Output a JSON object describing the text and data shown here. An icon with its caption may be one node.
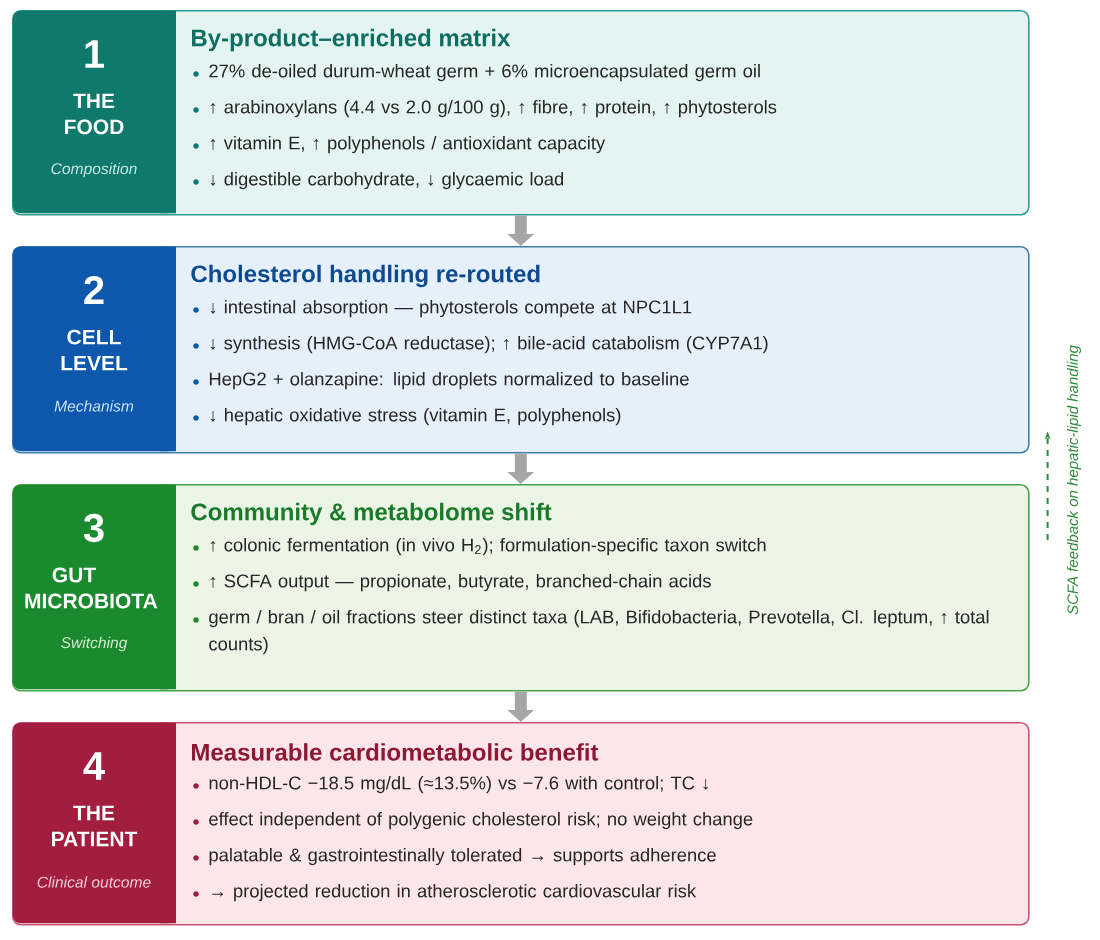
{
  "diagram": {
    "nodes": [
      {
        "text": [
          "1",
          "THE FOOD",
          "Composition",
          "By-product–enriched matrix",
          "27% de-oiled durum-wheat germ + 6% microencapsulated germ oil",
          "↑ arabinoxylans (4.4 vs 2.0 g/100 g), ↑ fibre, ↑ protein, ↑ phytosterols",
          "↑ vitamin E, ↑ polyphenols / antioxidant capacity",
          "↓ digestible carbohydrate, ↓ glycaemic load"
        ]
      },
      {
        "text": [
          "2",
          "CELL LEVEL",
          "Mechanism",
          "Cholesterol handling re-routed",
          "↓ intestinal absorption — phytosterols compete at NPC1L1",
          "↓ synthesis (HMG-CoA reductase); ↑ bile-acid catabolism (CYP7A1)",
          "HepG2 + olanzapine: lipid droplets normalized to baseline",
          "↓ hepatic oxidative stress (vitamin E, polyphenols)"
        ]
      },
      {
        "text": [
          "3",
          "GUT MICROBIOTA",
          "Switching",
          "Community & metabolome shift",
          "↑ colonic fermentation (in vivo H$_{2}$); formulation-specific taxon switch",
          "↑ SCFA output — propionate, butyrate, branched-chain acids",
          "germ / bran / oil fractions steer distinct taxa (LAB, Bifidobacteria, Prevotella, Cl. leptum, ↑ total counts)"
        ]
      },
      {
        "text": [
          "4",
          "THE PATIENT",
          "Clinical outcome",
          "Measurable cardiometabolic benefit",
          "non-HDL-C −18.5 mg/dL (≈13.5%) vs −7.6 with control; TC ↓",
          "effect independent of polygenic cholesterol risk; no weight change",
          "palatable & gastrointestinally tolerated → supports adherence",
          "→ projected reduction in atherosclerotic cardiovascular risk"
        ]
      }
    ],
    "edges": [
      {
        "from": 0,
        "to": 1,
        "arrow": "to"
      },
      {
        "from": 1,
        "to": 2,
        "arrow": "to"
      },
      {
        "from": 2,
        "to": 3,
        "arrow": "to"
      },
      {
        "from": 2,
        "to": 1,
        "arrow": "to",
        "label": "SCFA feedback on hepatic-lipid handling",
        "style": "dashed",
        "color": "#2e8b3a"
      }
    ]
  }
}
